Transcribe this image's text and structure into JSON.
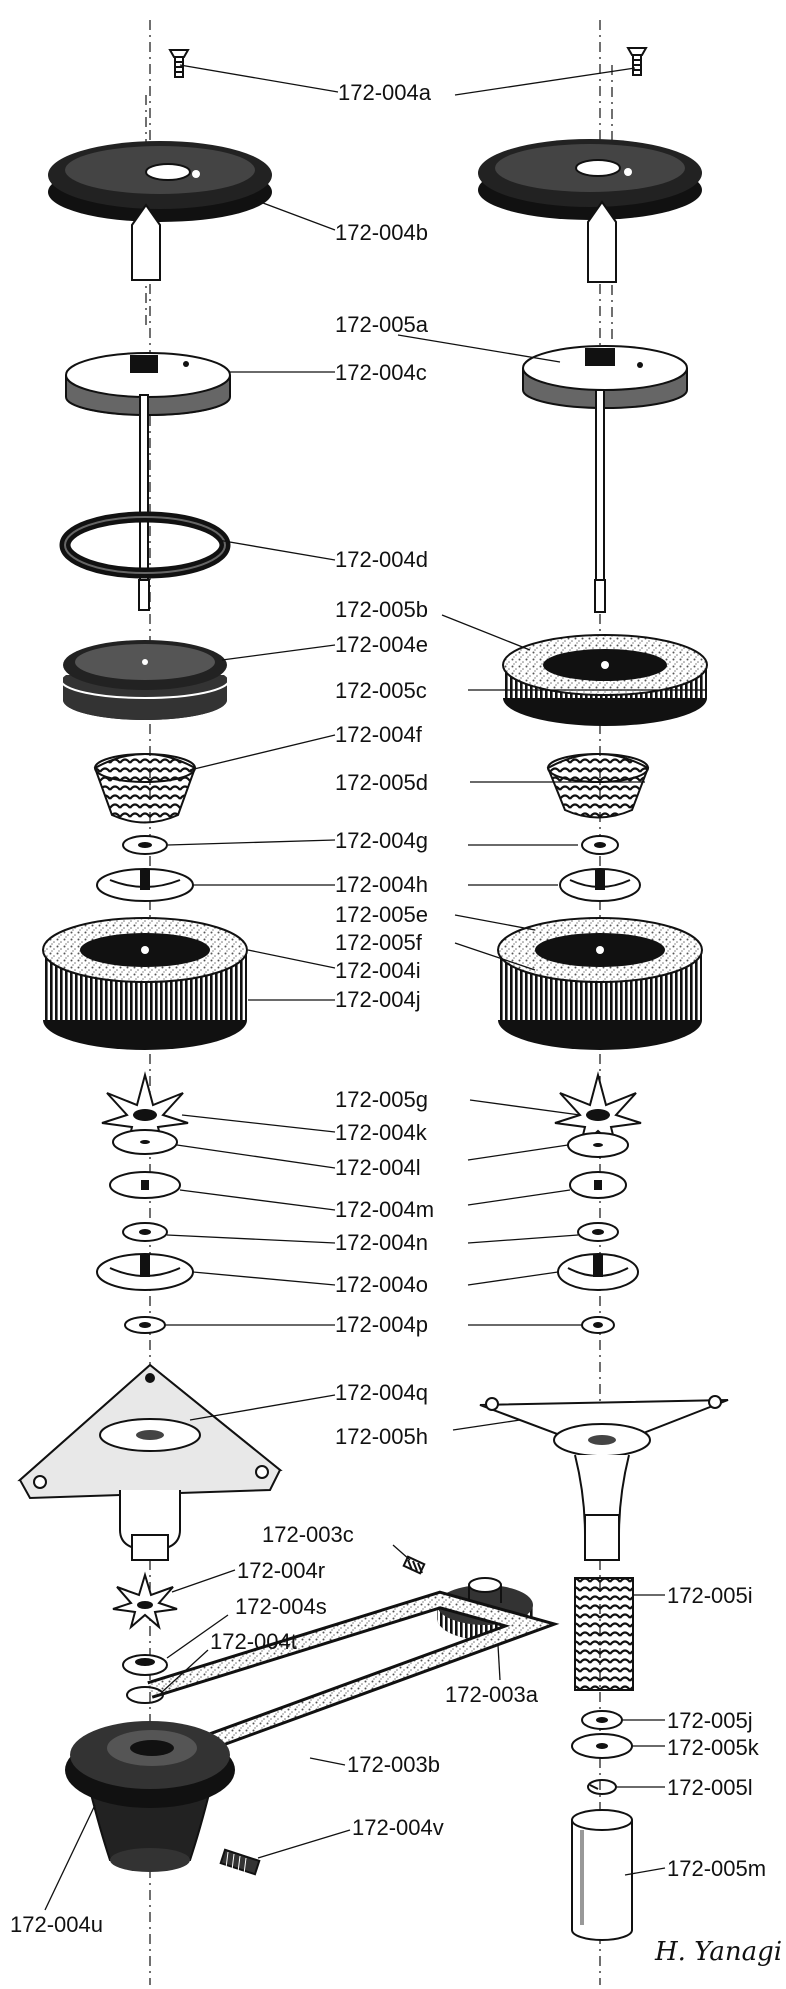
{
  "labels": {
    "l004a": "172-004a",
    "l004b": "172-004b",
    "l005a": "172-005a",
    "l004c": "172-004c",
    "l004d": "172-004d",
    "l005b": "172-005b",
    "l004e": "172-004e",
    "l005c": "172-005c",
    "l004f": "172-004f",
    "l005d": "172-005d",
    "l004g": "172-004g",
    "l004h": "172-004h",
    "l005e": "172-005e",
    "l005f": "172-005f",
    "l004i": "172-004i",
    "l004j": "172-004j",
    "l005g": "172-005g",
    "l004k": "172-004k",
    "l004l": "172-004l",
    "l004m": "172-004m",
    "l004n": "172-004n",
    "l004o": "172-004o",
    "l004p": "172-004p",
    "l004q": "172-004q",
    "l005h": "172-005h",
    "l003c": "172-003c",
    "l004r": "172-004r",
    "l005i": "172-005i",
    "l004s": "172-004s",
    "l004t": "172-004t",
    "l003a": "172-003a",
    "l005j": "172-005j",
    "l005k": "172-005k",
    "l003b": "172-003b",
    "l005l": "172-005l",
    "l004v": "172-004v",
    "l005m": "172-005m",
    "l004u": "172-004u"
  },
  "signature": "H. Yanagi",
  "colors": {
    "ink": "#111111",
    "paper": "#ffffff",
    "speckle": "#9a9a9a"
  }
}
